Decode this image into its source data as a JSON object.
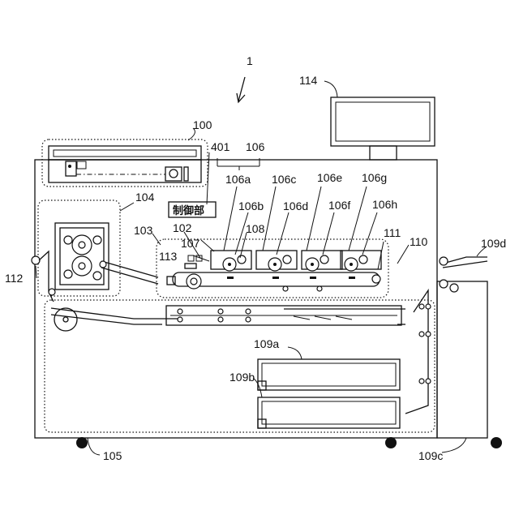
{
  "labels": {
    "system": "1",
    "reader": "100",
    "control_id": "401",
    "control_text": "制御部",
    "image_group": "106",
    "u106a": "106a",
    "u106b": "106b",
    "u106c": "106c",
    "u106d": "106d",
    "u106e": "106e",
    "u106f": "106f",
    "u106g": "106g",
    "u106h": "106h",
    "fixing": "104",
    "transport": "103",
    "u102": "102",
    "u107": "107",
    "u108": "108",
    "u113": "113",
    "u111": "111",
    "u110": "110",
    "u112": "112",
    "display": "114",
    "tray_109a": "109a",
    "tray_109b": "109b",
    "tray_109c": "109c",
    "tray_109d": "109d",
    "lower": "105"
  }
}
